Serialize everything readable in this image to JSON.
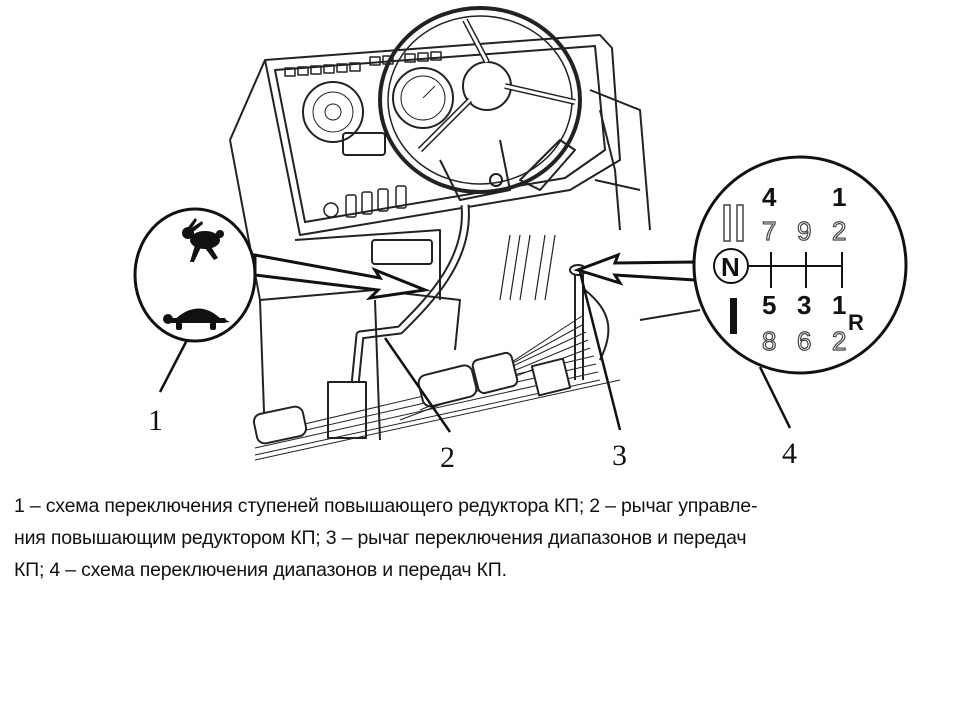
{
  "figure": {
    "callouts": [
      {
        "id": "1",
        "label": "1"
      },
      {
        "id": "2",
        "label": "2"
      },
      {
        "id": "3",
        "label": "3"
      },
      {
        "id": "4",
        "label": "4"
      }
    ],
    "range_scheme": {
      "icons": [
        "rabbit-icon",
        "turtle-icon"
      ],
      "meaning": [
        "fast",
        "slow"
      ]
    },
    "gear_scheme": {
      "range_high": "II",
      "range_low": "I",
      "neutral": "N",
      "reverse": "R",
      "top_row_bold": [
        "4",
        "",
        "1"
      ],
      "top_row_outline": [
        "7",
        "9",
        "2"
      ],
      "bottom_row_bold": [
        "5",
        "3",
        "1"
      ],
      "bottom_row_outline": [
        "8",
        "6",
        "2"
      ]
    }
  },
  "caption": {
    "line1": "1 – схема переключения ступеней повышающего редуктора КП; 2 – рычаг управле-",
    "line2": "ния повышающим редуктором КП; 3 – рычаг переключения диапазонов и передач",
    "line3": "КП; 4 – схема переключения диапазонов и передач КП."
  },
  "colors": {
    "ink": "#111111",
    "background": "#ffffff"
  }
}
